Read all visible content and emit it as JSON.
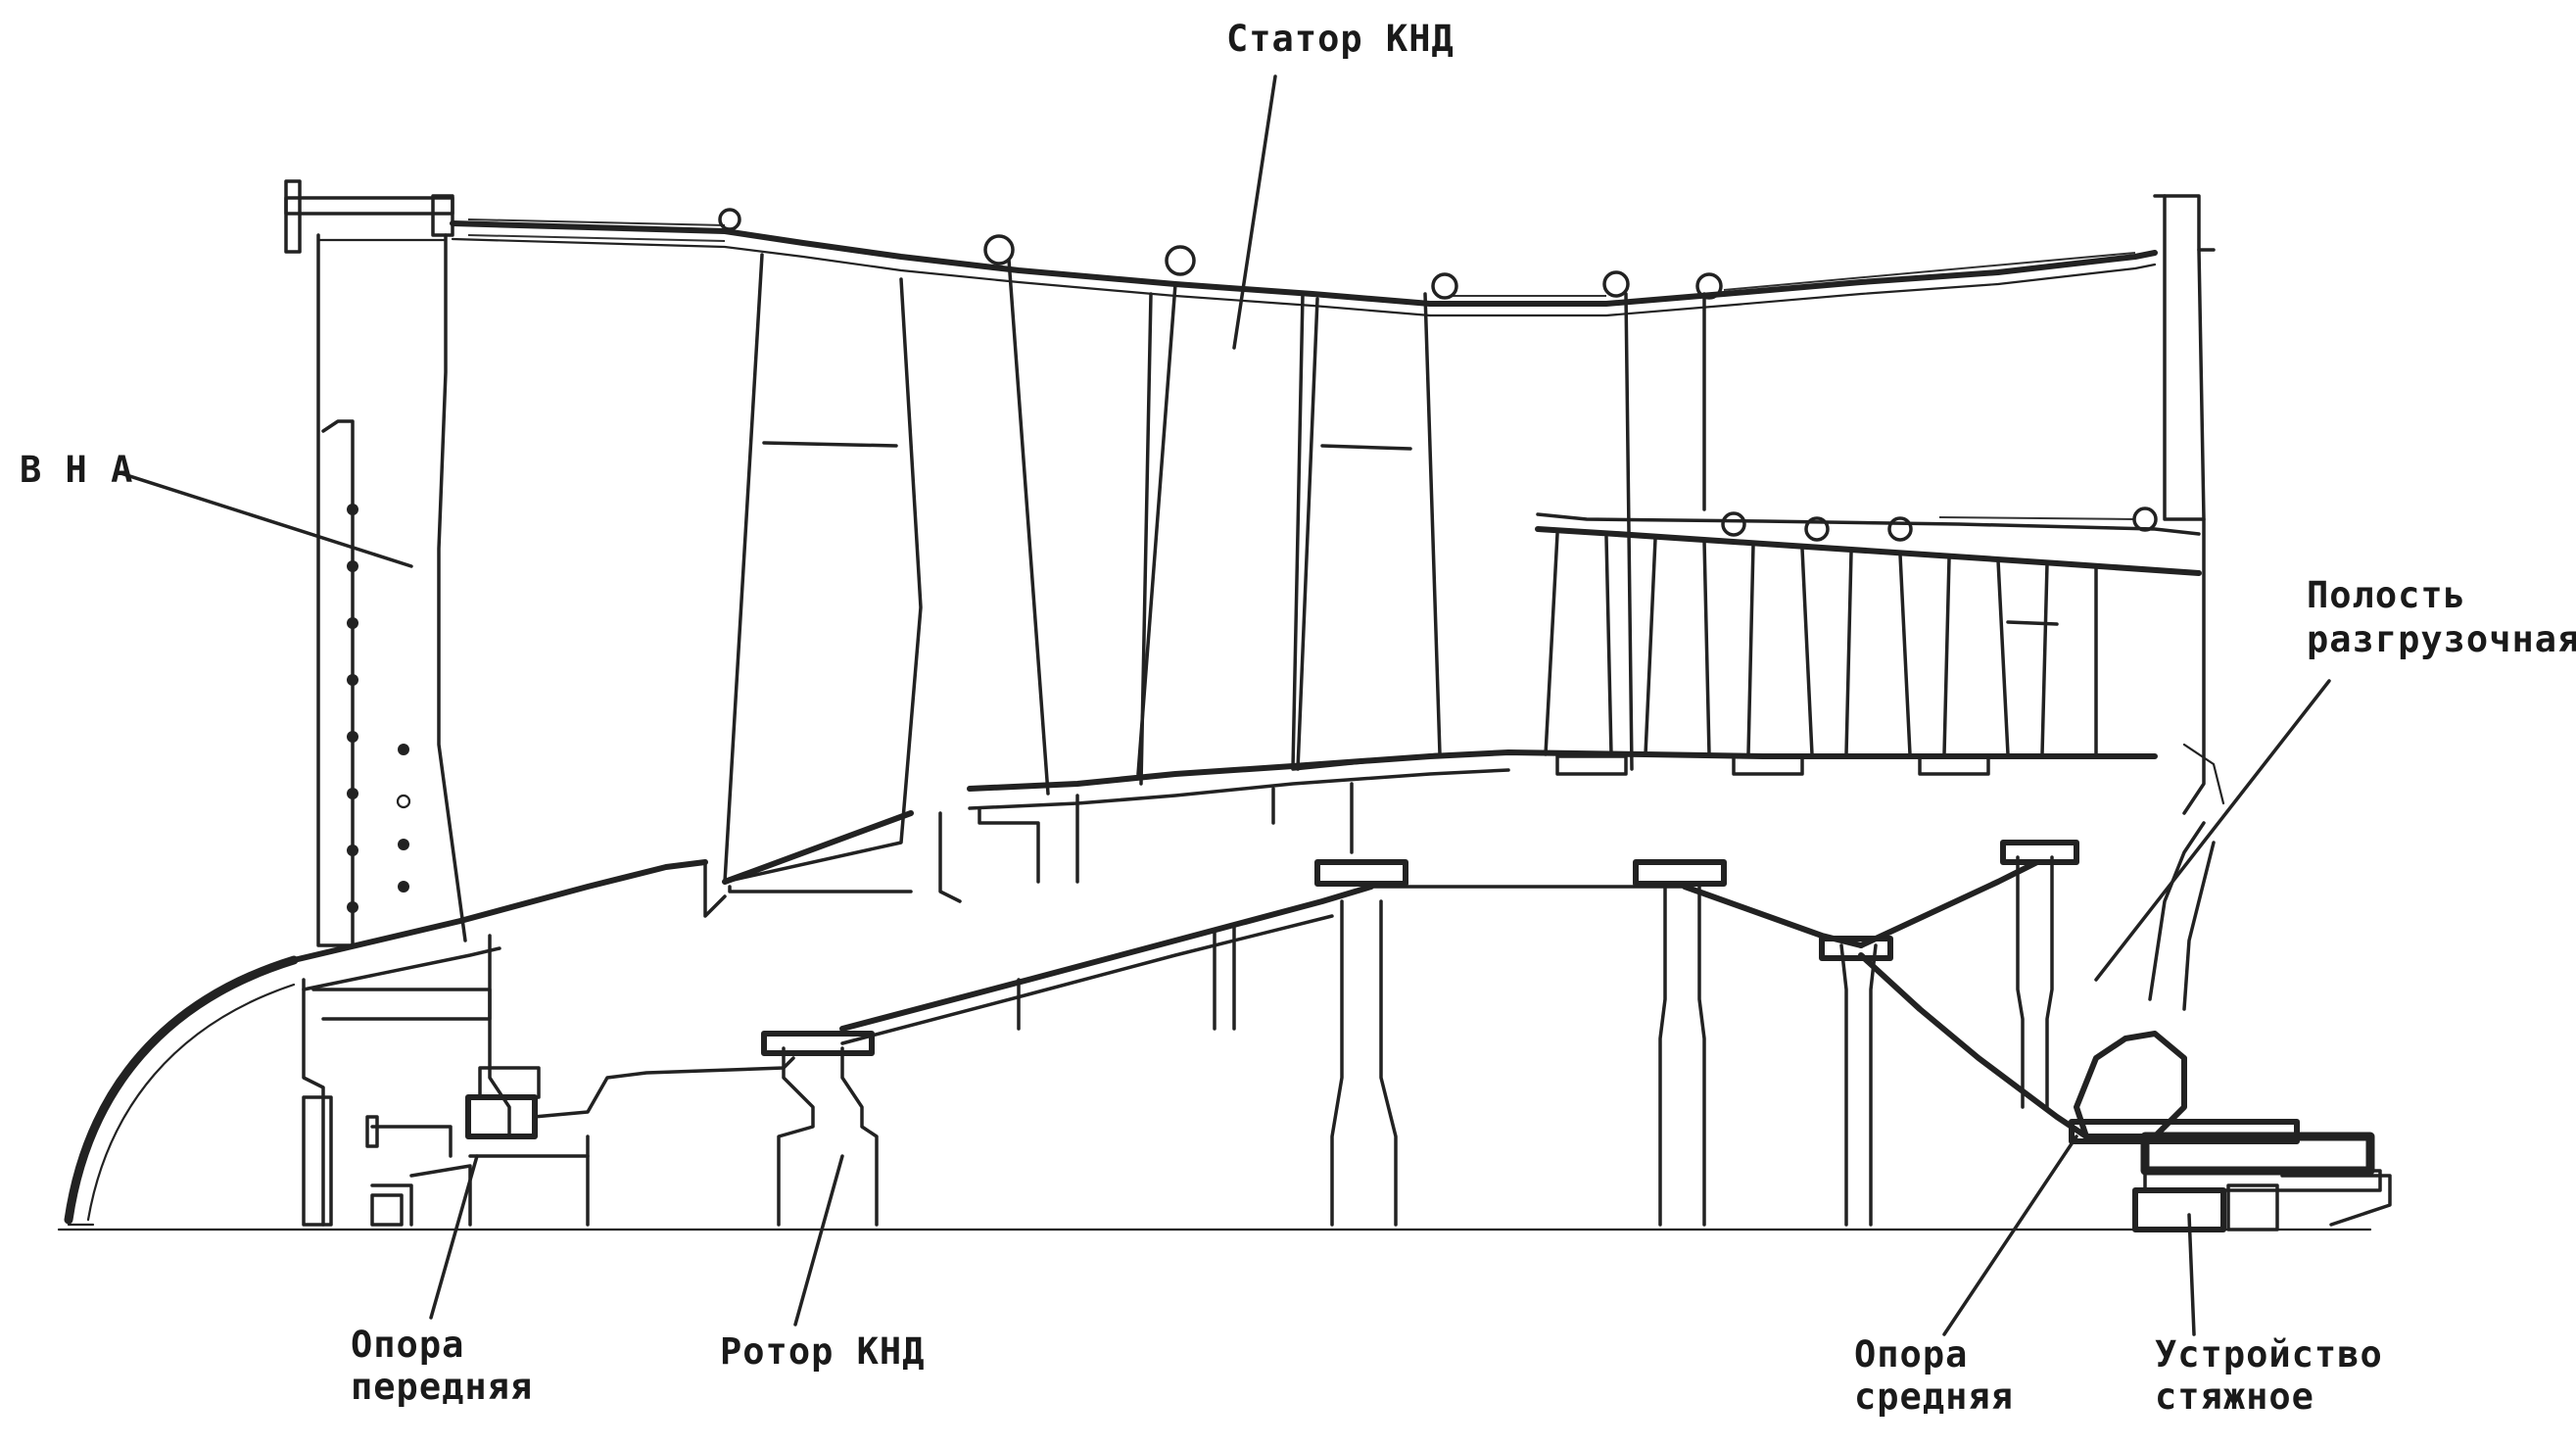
{
  "labels": {
    "stator_lpc": "Статор КНД",
    "igv": "В Н А",
    "unloading_cavity_line1": "Полость",
    "unloading_cavity_line2": "разгрузочная",
    "front_support_line1": "Опора",
    "front_support_line2": "передняя",
    "rotor_lpc": "Ротор КНД",
    "middle_support_line1": "Опора",
    "middle_support_line2": "средняя",
    "tie_device_line1": "Устройство",
    "tie_device_line2": "стяжное"
  },
  "colors": {
    "ink": "#222222",
    "paper": "#ffffff"
  }
}
